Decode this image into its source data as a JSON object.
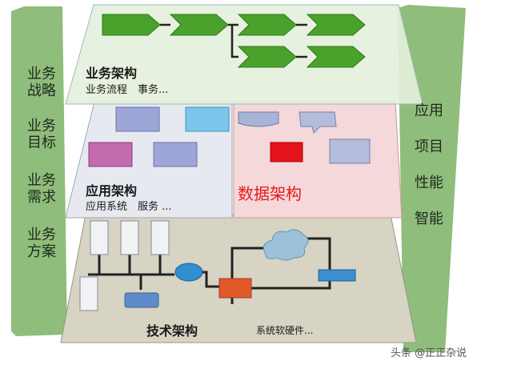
{
  "left_pillar": {
    "items": [
      "业务\n战略",
      "业务\n目标",
      "业务\n需求",
      "业务\n方案"
    ]
  },
  "right_pillar": {
    "items": [
      "应用",
      "项目",
      "性能",
      "智能"
    ]
  },
  "business_layer": {
    "title": "业务架构",
    "subtitle": "业务流程　事务..."
  },
  "application_layer": {
    "title": "应用架构",
    "subtitle": "应用系统　服务 ..."
  },
  "data_layer": {
    "title": "数据架构",
    "title_color": "#e8191c"
  },
  "technology_layer": {
    "title": "技术架构",
    "subtitle": "系统软硬件..."
  },
  "watermark": "头条 @正正杂说",
  "colors": {
    "pillar": "#8fbd7b",
    "business": "#e4f0dc",
    "application": "#e7e9f1",
    "data": "#f4d8da",
    "technology": "#d7d4c4",
    "chevron": "#4aa12c"
  }
}
